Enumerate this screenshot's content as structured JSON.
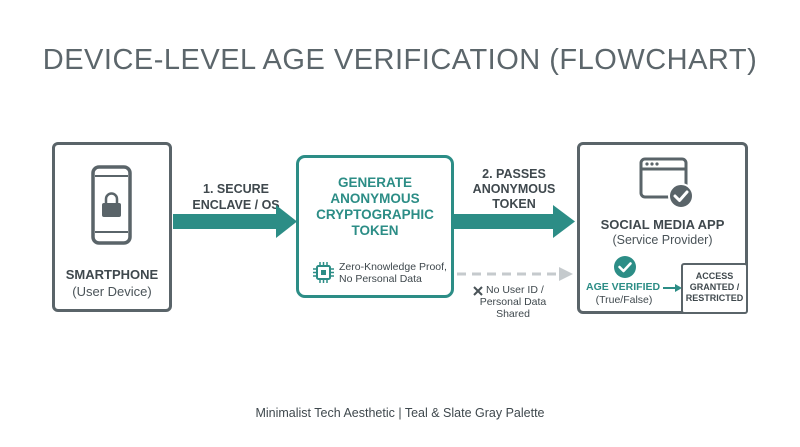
{
  "title": "DEVICE-LEVEL AGE VERIFICATION (FLOWCHART)",
  "smartphone": {
    "name": "SMARTPHONE",
    "sub": "(User Device)"
  },
  "arrow1": {
    "line1": "1. SECURE",
    "line2": "ENCLAVE / OS"
  },
  "token": {
    "line1": "GENERATE",
    "line2": "ANONYMOUS",
    "line3": "CRYPTOGRAPHIC",
    "line4": "TOKEN",
    "note1": "Zero-Knowledge Proof,",
    "note2": "No Personal Data"
  },
  "arrow2": {
    "line1": "2. PASSES",
    "line2": "ANONYMOUS",
    "line3": "TOKEN"
  },
  "dashed": {
    "line1": "No User ID /",
    "line2": "Personal Data",
    "line3": "Shared"
  },
  "app": {
    "name": "SOCIAL MEDIA APP",
    "sub": "(Service Provider)",
    "verified": "AGE VERIFIED",
    "verified_sub": "(True/False)",
    "access1": "ACCESS",
    "access2": "GRANTED /",
    "access3": "RESTRICTED"
  },
  "footer": "Minimalist Tech Aesthetic | Teal & Slate Gray Palette",
  "colors": {
    "teal": "#2c8d86",
    "slate": "#5a6469"
  }
}
